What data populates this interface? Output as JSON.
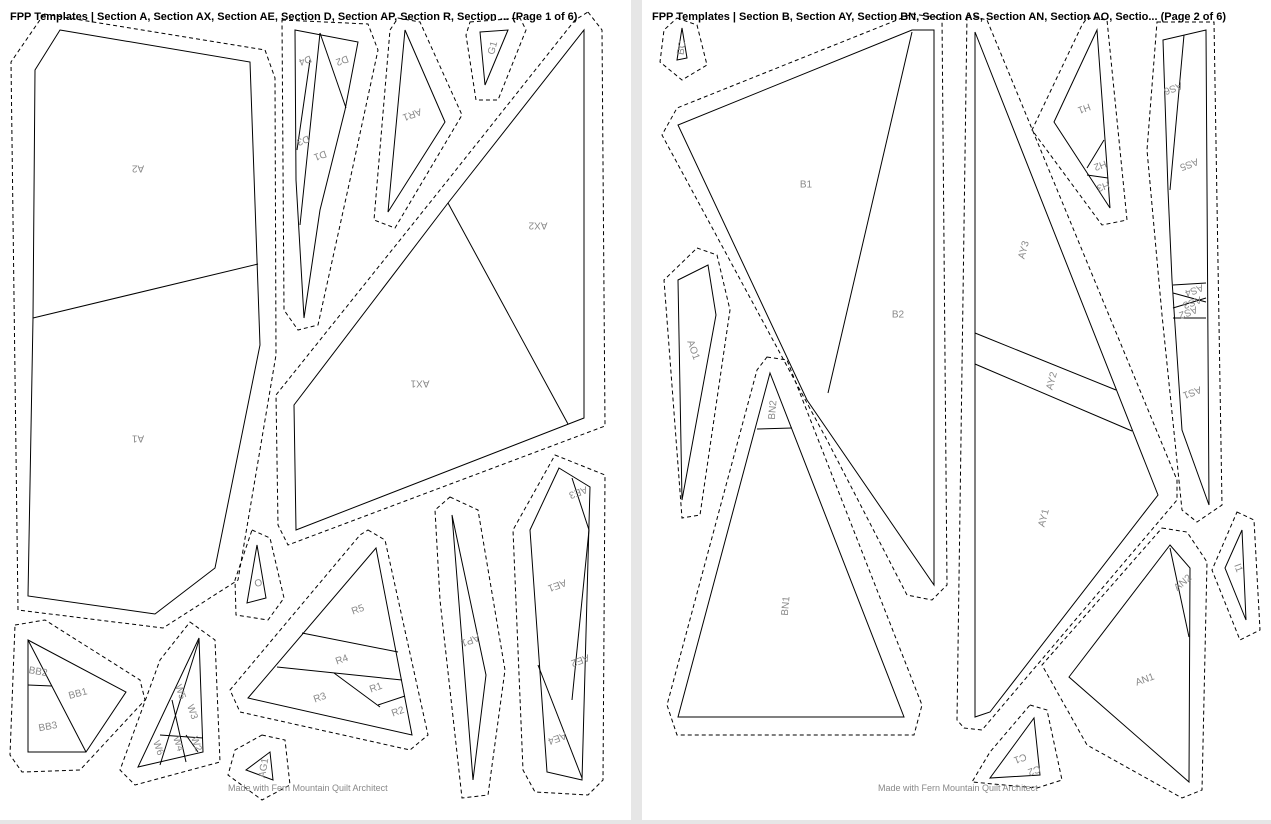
{
  "pages": [
    {
      "title": "FPP Templates | Section A, Section AX, Section AE, Section D, Section AP, Section R, Section ... (Page 1 of 6)",
      "footer": "Made with Fern Mountain Quilt Architect",
      "labels": [
        "A2",
        "A1",
        "D4",
        "D2",
        "D3",
        "D1",
        "AR1",
        "G1",
        "AX2",
        "AX1",
        "AE3",
        "AE1",
        "AE2",
        "AE4",
        "AP1",
        "R5",
        "R4",
        "R3",
        "R1",
        "R2",
        "O",
        "BB2",
        "BB1",
        "BB3",
        "W5",
        "W3",
        "W6",
        "W4",
        "W2",
        "AG1"
      ]
    },
    {
      "title": "FPP Templates | Section B, Section AY, Section BN, Section AS, Section AN, Section AO, Sectio... (Page 2 of 6)",
      "footer": "Made with Fern Mountain Quilt Architect",
      "labels": [
        "BC",
        "B1",
        "B2",
        "AO1",
        "BN2",
        "BN1",
        "AY3",
        "AY2",
        "AY1",
        "H1",
        "H2",
        "H3",
        "AS6",
        "AS5",
        "AS4",
        "AS3",
        "AS2",
        "AS1",
        "AN2",
        "AN1",
        "I1",
        "C1",
        "C2"
      ]
    }
  ]
}
